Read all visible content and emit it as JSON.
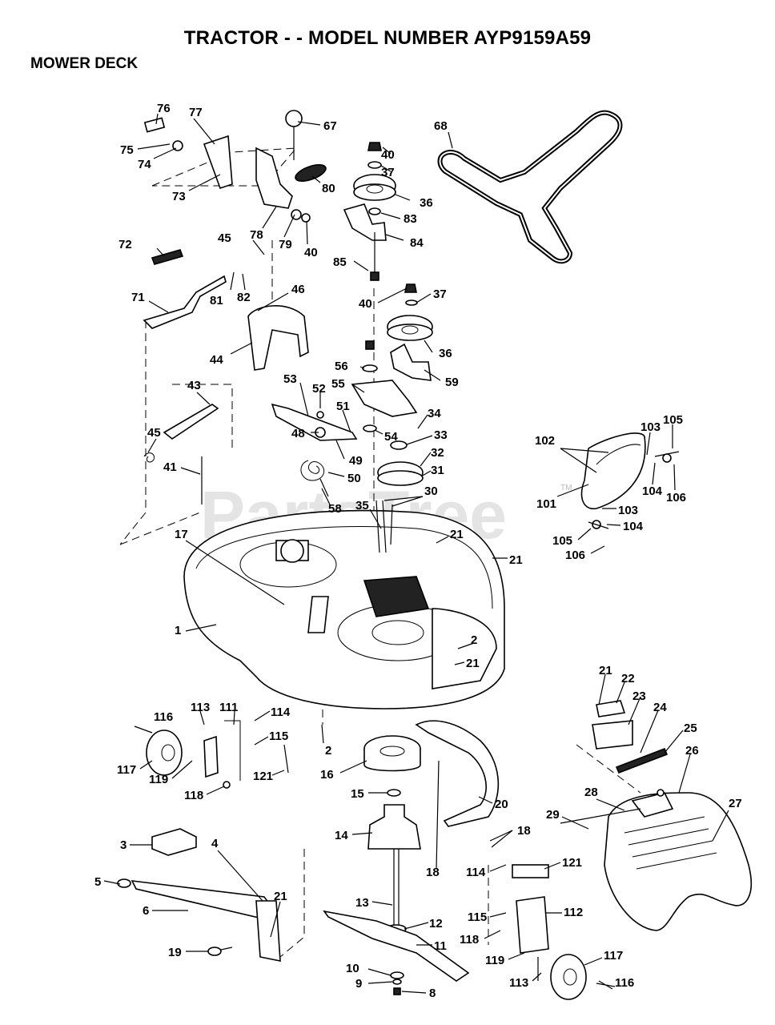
{
  "header": {
    "title": "TRACTOR - - MODEL NUMBER AYP9159A59",
    "subtitle": "MOWER DECK"
  },
  "watermark": {
    "text": "PartsTree",
    "trademark": "TM"
  },
  "callouts": [
    {
      "id": "c76",
      "text": "76"
    },
    {
      "id": "c77",
      "text": "77"
    },
    {
      "id": "c67",
      "text": "67"
    },
    {
      "id": "c75",
      "text": "75"
    },
    {
      "id": "c74",
      "text": "74"
    },
    {
      "id": "c80",
      "text": "80"
    },
    {
      "id": "c73",
      "text": "73"
    },
    {
      "id": "c78",
      "text": "78"
    },
    {
      "id": "c79",
      "text": "79"
    },
    {
      "id": "c40a",
      "text": "40"
    },
    {
      "id": "c72",
      "text": "72"
    },
    {
      "id": "c45a",
      "text": "45"
    },
    {
      "id": "c81",
      "text": "81"
    },
    {
      "id": "c82",
      "text": "82"
    },
    {
      "id": "c71",
      "text": "71"
    },
    {
      "id": "c46",
      "text": "46"
    },
    {
      "id": "c44",
      "text": "44"
    },
    {
      "id": "c43",
      "text": "43"
    },
    {
      "id": "c45b",
      "text": "45"
    },
    {
      "id": "c41",
      "text": "41"
    },
    {
      "id": "c17",
      "text": "17"
    },
    {
      "id": "c1",
      "text": "1"
    },
    {
      "id": "c40b",
      "text": "40"
    },
    {
      "id": "c37a",
      "text": "37"
    },
    {
      "id": "c36a",
      "text": "36"
    },
    {
      "id": "c83",
      "text": "83"
    },
    {
      "id": "c84",
      "text": "84"
    },
    {
      "id": "c85",
      "text": "85"
    },
    {
      "id": "c68",
      "text": "68"
    },
    {
      "id": "c40c",
      "text": "40"
    },
    {
      "id": "c37b",
      "text": "37"
    },
    {
      "id": "c36b",
      "text": "36"
    },
    {
      "id": "c56",
      "text": "56"
    },
    {
      "id": "c59",
      "text": "59"
    },
    {
      "id": "c55",
      "text": "55"
    },
    {
      "id": "c53",
      "text": "53"
    },
    {
      "id": "c52",
      "text": "52"
    },
    {
      "id": "c51",
      "text": "51"
    },
    {
      "id": "c34",
      "text": "34"
    },
    {
      "id": "c48",
      "text": "48"
    },
    {
      "id": "c54",
      "text": "54"
    },
    {
      "id": "c33",
      "text": "33"
    },
    {
      "id": "c49",
      "text": "49"
    },
    {
      "id": "c32",
      "text": "32"
    },
    {
      "id": "c50",
      "text": "50"
    },
    {
      "id": "c31",
      "text": "31"
    },
    {
      "id": "c58",
      "text": "58"
    },
    {
      "id": "c35",
      "text": "35"
    },
    {
      "id": "c30",
      "text": "30"
    },
    {
      "id": "c21a",
      "text": "21"
    },
    {
      "id": "c21b",
      "text": "21"
    },
    {
      "id": "c2a",
      "text": "2"
    },
    {
      "id": "c21c",
      "text": "21"
    },
    {
      "id": "c102",
      "text": "102"
    },
    {
      "id": "c103a",
      "text": "103"
    },
    {
      "id": "c105a",
      "text": "105"
    },
    {
      "id": "c104a",
      "text": "104"
    },
    {
      "id": "c106a",
      "text": "106"
    },
    {
      "id": "c101",
      "text": "101"
    },
    {
      "id": "c103b",
      "text": "103"
    },
    {
      "id": "c104b",
      "text": "104"
    },
    {
      "id": "c105b",
      "text": "105"
    },
    {
      "id": "c106b",
      "text": "106"
    },
    {
      "id": "c116a",
      "text": "116"
    },
    {
      "id": "c113a",
      "text": "113"
    },
    {
      "id": "c111",
      "text": "111"
    },
    {
      "id": "c114a",
      "text": "114"
    },
    {
      "id": "c115a",
      "text": "115"
    },
    {
      "id": "c2b",
      "text": "2"
    },
    {
      "id": "c117a",
      "text": "117"
    },
    {
      "id": "c119a",
      "text": "119"
    },
    {
      "id": "c121a",
      "text": "121"
    },
    {
      "id": "c118a",
      "text": "118"
    },
    {
      "id": "c16",
      "text": "16"
    },
    {
      "id": "c15",
      "text": "15"
    },
    {
      "id": "c14",
      "text": "14"
    },
    {
      "id": "c20",
      "text": "20"
    },
    {
      "id": "c18a",
      "text": "18"
    },
    {
      "id": "c18b",
      "text": "18"
    },
    {
      "id": "c21d",
      "text": "21"
    },
    {
      "id": "c22",
      "text": "22"
    },
    {
      "id": "c23",
      "text": "23"
    },
    {
      "id": "c24",
      "text": "24"
    },
    {
      "id": "c25",
      "text": "25"
    },
    {
      "id": "c26",
      "text": "26"
    },
    {
      "id": "c28",
      "text": "28"
    },
    {
      "id": "c29",
      "text": "29"
    },
    {
      "id": "c27",
      "text": "27"
    },
    {
      "id": "c3",
      "text": "3"
    },
    {
      "id": "c4",
      "text": "4"
    },
    {
      "id": "c5",
      "text": "5"
    },
    {
      "id": "c6",
      "text": "6"
    },
    {
      "id": "c21e",
      "text": "21"
    },
    {
      "id": "c19",
      "text": "19"
    },
    {
      "id": "c13",
      "text": "13"
    },
    {
      "id": "c12",
      "text": "12"
    },
    {
      "id": "c11",
      "text": "11"
    },
    {
      "id": "c10",
      "text": "10"
    },
    {
      "id": "c9",
      "text": "9"
    },
    {
      "id": "c8",
      "text": "8"
    },
    {
      "id": "c114b",
      "text": "114"
    },
    {
      "id": "c121b",
      "text": "121"
    },
    {
      "id": "c115b",
      "text": "115"
    },
    {
      "id": "c112",
      "text": "112"
    },
    {
      "id": "c118b",
      "text": "118"
    },
    {
      "id": "c119b",
      "text": "119"
    },
    {
      "id": "c117b",
      "text": "117"
    },
    {
      "id": "c113b",
      "text": "113"
    },
    {
      "id": "c116b",
      "text": "116"
    }
  ]
}
